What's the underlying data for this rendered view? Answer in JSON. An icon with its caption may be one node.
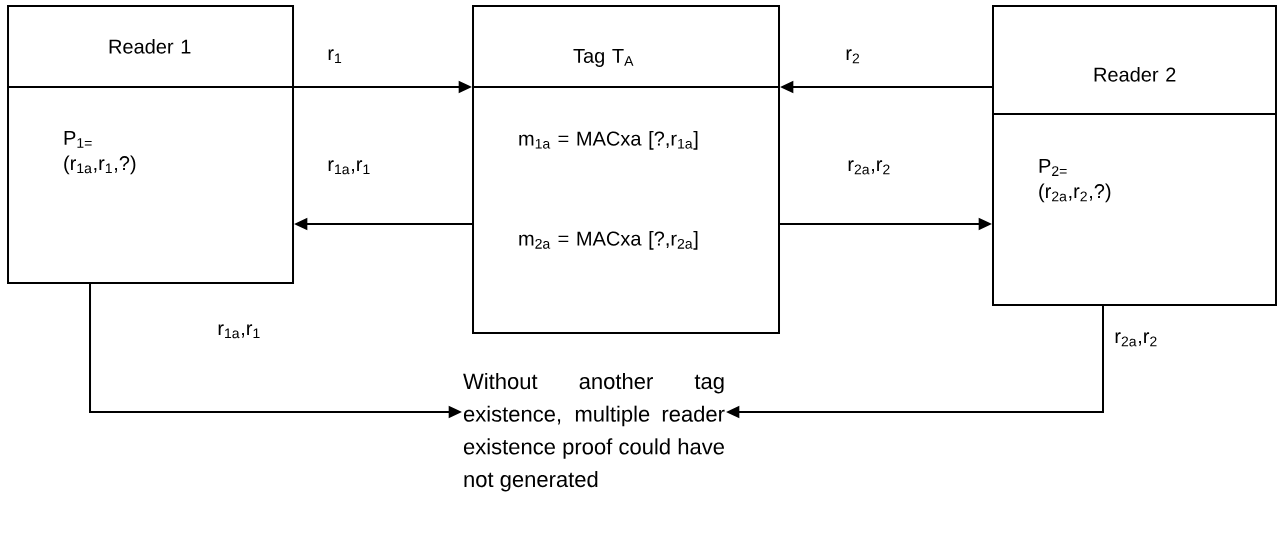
{
  "diagram": {
    "nodes": [
      {
        "text": [
          "Reader 1",
          "P$_{1=}$ (r$_{1a}$,r$_{1}$,?)"
        ]
      },
      {
        "text": [
          "Tag T$_{A}$",
          "m$_{1a}$ = MACxa [?,r$_{1a}$]",
          "m$_{2a}$ = MACxa [?,r$_{2a}$]"
        ]
      },
      {
        "text": [
          "Reader 2",
          "P$_{2=}$ (r$_{2a}$,r$_{2}$,?)"
        ]
      },
      {
        "text": [
          "Without another tag existence, multiple reader existence proof could have not generated"
        ]
      }
    ],
    "edges": [
      {
        "from": 0,
        "to": 1,
        "arrow": "to",
        "label": "r$_{1}$"
      },
      {
        "from": 2,
        "to": 1,
        "arrow": "to",
        "label": "r$_{2}$"
      },
      {
        "from": 1,
        "to": 0,
        "arrow": "to",
        "label": "r$_{1a}$,r$_{1}$"
      },
      {
        "from": 1,
        "to": 2,
        "arrow": "to",
        "label": "r$_{2a}$,r$_{2}$"
      },
      {
        "from": 0,
        "to": 3,
        "arrow": "to",
        "label": "r$_{1a}$,r$_{1}$"
      },
      {
        "from": 2,
        "to": 3,
        "arrow": "to",
        "label": "r$_{2a}$,r$_{2}$"
      }
    ]
  }
}
